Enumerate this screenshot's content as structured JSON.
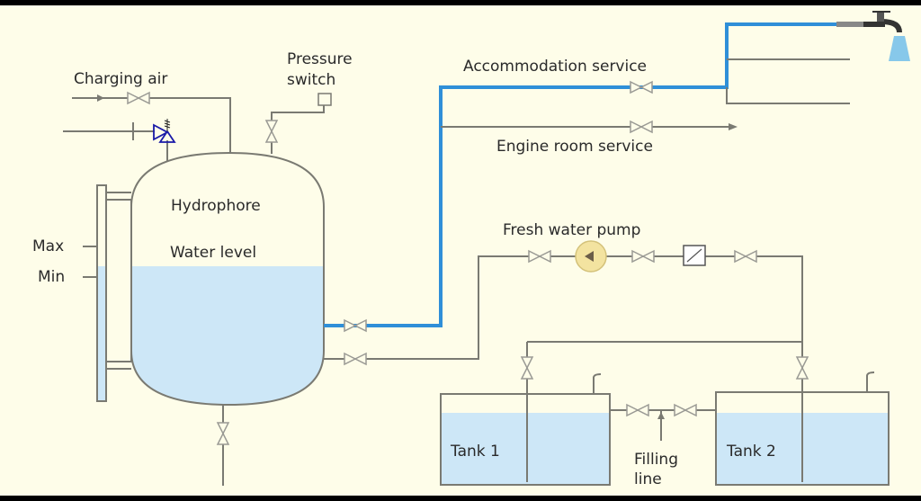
{
  "diagram": {
    "title": "Hydrophore fresh water system",
    "labels": {
      "charging_air": "Charging air",
      "pressure_switch_line1": "Pressure",
      "pressure_switch_line2": "switch",
      "hydrophore": "Hydrophore",
      "water_level": "Water level",
      "max": "Max",
      "min": "Min",
      "accommodation_service": "Accommodation service",
      "engine_room_service": "Engine room service",
      "fresh_water_pump": "Fresh water pump",
      "tank1": "Tank 1",
      "tank2": "Tank 2",
      "filling_line1": "Filling",
      "filling_line2": "line"
    },
    "icons": [
      "valve-icon",
      "relief-valve-icon",
      "pump-icon",
      "filter-icon",
      "tap-icon",
      "pressure-switch-icon",
      "flow-arrow-icon"
    ],
    "colors": {
      "background": "#fefde9",
      "pipe": "#7a7a72",
      "active_pipe": "#2f8fd8",
      "water": "#cde7f7",
      "pump": "#f3e3a0",
      "relief_valve": "#1a1aa8"
    },
    "hydrophore_water_fraction": 0.55,
    "tank_water_fraction": 0.78
  }
}
